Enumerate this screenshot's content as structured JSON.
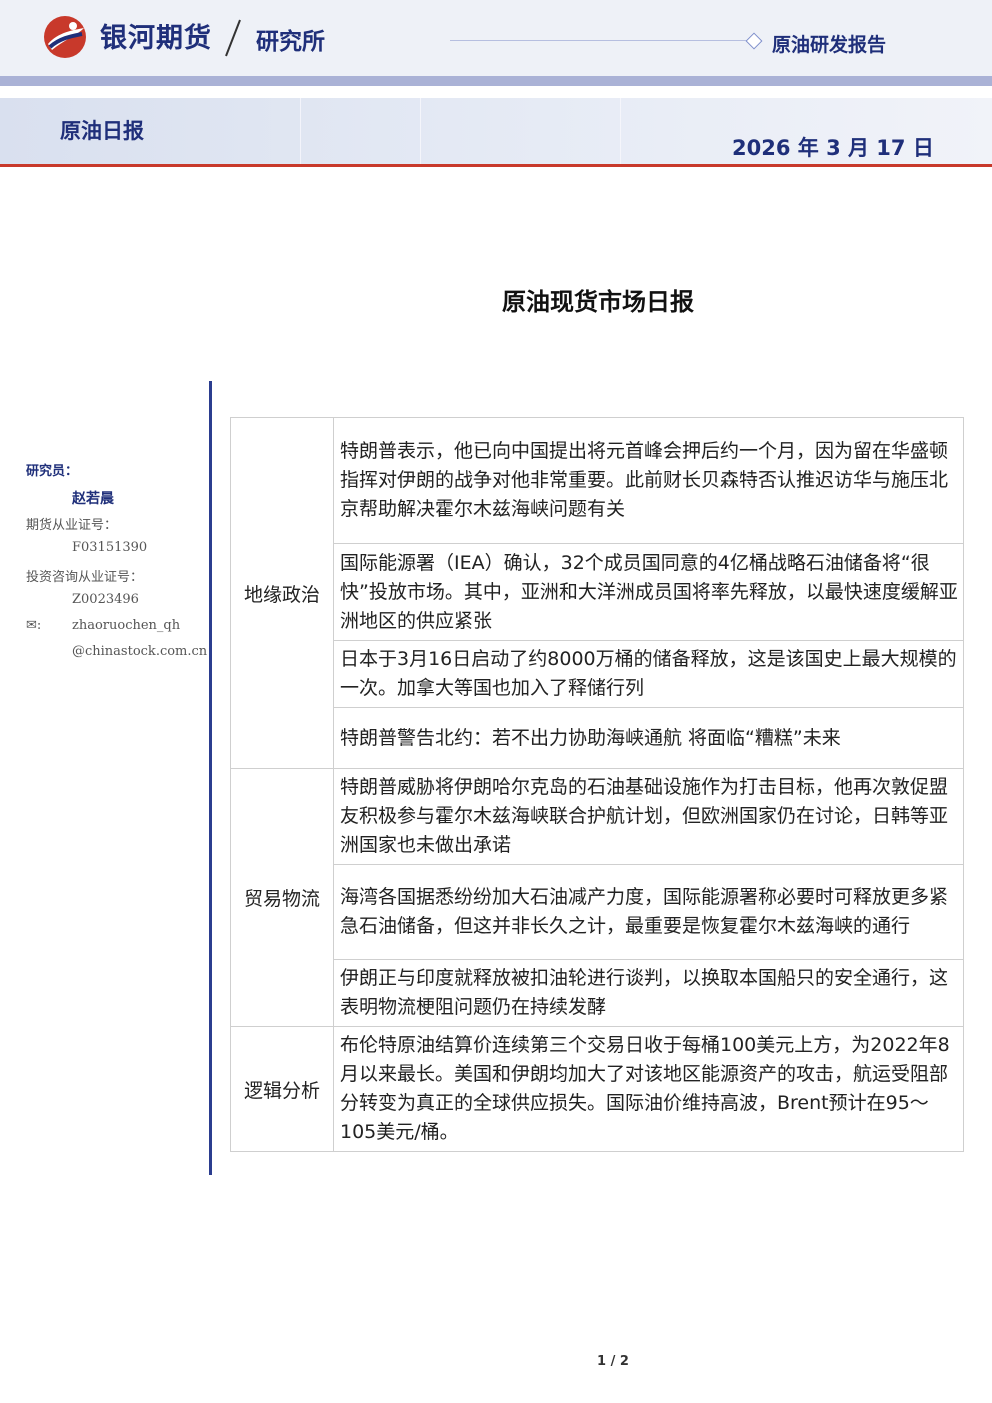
{
  "header": {
    "brand": "银河期货",
    "institute": "研究所",
    "report_type": "原油研发报告",
    "logo_icon": "galaxy-logo-icon",
    "brand_color": "#1f2f7a",
    "accent_color": "#c8392b"
  },
  "subheader": {
    "daily_title": "原油日报",
    "date": "2026 年 3 月 17 日"
  },
  "main_title": "原油现货市场日报",
  "sidebar": {
    "researcher_label": "研究员：",
    "researcher_name": "赵若晨",
    "futures_cert_label": "期货从业证号：",
    "futures_cert": "F03151390",
    "consult_cert_label": "投资咨询从业证号：",
    "consult_cert": "Z0023496",
    "email_label": "✉:",
    "email_line1": "zhaoruochen_qh",
    "email_line2": "@chinastock.com.cn"
  },
  "sections": [
    {
      "category": "地缘政治",
      "items": [
        "特朗普表示，他已向中国提出将元首峰会押后约一个月，因为留在华盛顿指挥对伊朗的战争对他非常重要。此前财长贝森特否认推迟访华与施压北京帮助解决霍尔木兹海峡问题有关",
        "国际能源署（IEA）确认，32个成员国同意的4亿桶战略石油储备将“很快”投放市场。其中，亚洲和大洋洲成员国将率先释放，以最快速度缓解亚洲地区的供应紧张",
        "日本于3月16日启动了约8000万桶的储备释放，这是该国史上最大规模的一次。加拿大等国也加入了释储行列",
        "特朗普警告北约：若不出力协助海峡通航 将面临“糟糕”未来"
      ]
    },
    {
      "category": "贸易物流",
      "items": [
        "特朗普威胁将伊朗哈尔克岛的石油基础设施作为打击目标，他再次敦促盟友积极参与霍尔木兹海峡联合护航计划，但欧洲国家仍在讨论，日韩等亚洲国家也未做出承诺",
        " 海湾各国据悉纷纷加大石油减产力度，国际能源署称必要时可释放更多紧急石油储备，但这并非长久之计，最重要是恢复霍尔木兹海峡的通行",
        "伊朗正与印度就释放被扣油轮进行谈判，以换取本国船只的安全通行，这表明物流梗阻问题仍在持续发酵"
      ]
    },
    {
      "category": "逻辑分析",
      "items": [
        "布伦特原油结算价连续第三个交易日收于每桶100美元上方，为2022年8月以来最长。美国和伊朗均加大了对该地区能源资产的攻击，航运受阻部分转变为真正的全球供应损失。国际油价维持高波，Brent预计在95～105美元/桶。"
      ]
    }
  ],
  "footer": {
    "page": "1 / 2"
  }
}
